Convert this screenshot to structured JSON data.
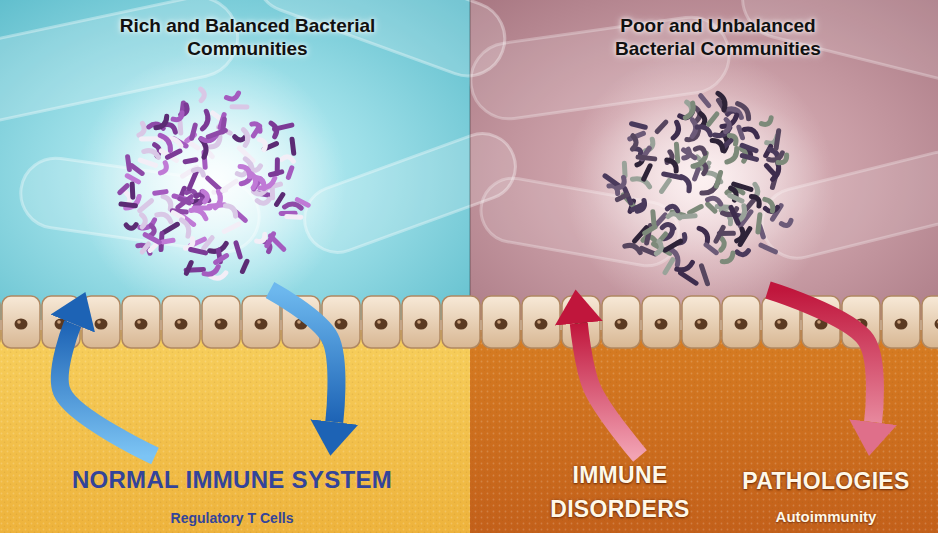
{
  "diagram": {
    "nodes": [
      {
        "text": [
          "Rich and Balanced Bacterial Communities"
        ]
      },
      {
        "text": [
          "Poor and Unbalanced Bacterial Communities"
        ]
      },
      {
        "text": [
          "NORMAL IMMUNE SYSTEM",
          "Regulatory T Cells"
        ]
      },
      {
        "text": [
          "IMMUNE DISORDERS"
        ]
      },
      {
        "text": [
          "PATHOLOGIES",
          "Autoimmunity"
        ]
      }
    ],
    "edges": [
      {
        "from": 2,
        "to": 0,
        "arrow": "to"
      },
      {
        "from": 0,
        "to": 2,
        "arrow": "to"
      },
      {
        "from": 3,
        "to": 1,
        "arrow": "to"
      },
      {
        "from": 1,
        "to": 4,
        "arrow": "to"
      }
    ]
  }
}
